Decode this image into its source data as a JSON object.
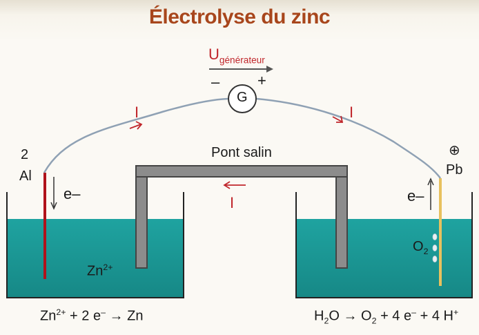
{
  "title": "Électrolyse du zinc",
  "generator": {
    "tension_symbol": "U",
    "tension_sub": "générateur",
    "minus": "–",
    "plus": "+",
    "symbol": "G"
  },
  "current_label": "I",
  "salt_bridge": "Pont salin",
  "left_electrode": {
    "sign": "2",
    "metal": "Al",
    "electron": "e–",
    "ion": "Zn",
    "ion_charge": "2+"
  },
  "right_electrode": {
    "sign": "⊕",
    "metal": "Pb",
    "electron": "e–",
    "gas": "O",
    "gas_sub": "2"
  },
  "left_equation": {
    "ion": "Zn",
    "ion_charge": "2+",
    "rest": " + 2 e",
    "e_charge": "–",
    "arrow": " → ",
    "product": "Zn"
  },
  "right_equation": {
    "h": "H",
    "h_sub": "2",
    "o": "O",
    "arrow": " → ",
    "o2": "O",
    "o2_sub": "2",
    "rest1": " + 4 e",
    "e_charge": "–",
    "rest2": " + 4 H",
    "h_charge": "+"
  },
  "colors": {
    "title": "#a8461c",
    "solution": "#1b9795",
    "bridge": "#8c8c8c",
    "left_electrode": "#b0121b",
    "right_electrode": "#e8c15e",
    "wire": "#8fa1b4",
    "current": "#c0262b"
  }
}
